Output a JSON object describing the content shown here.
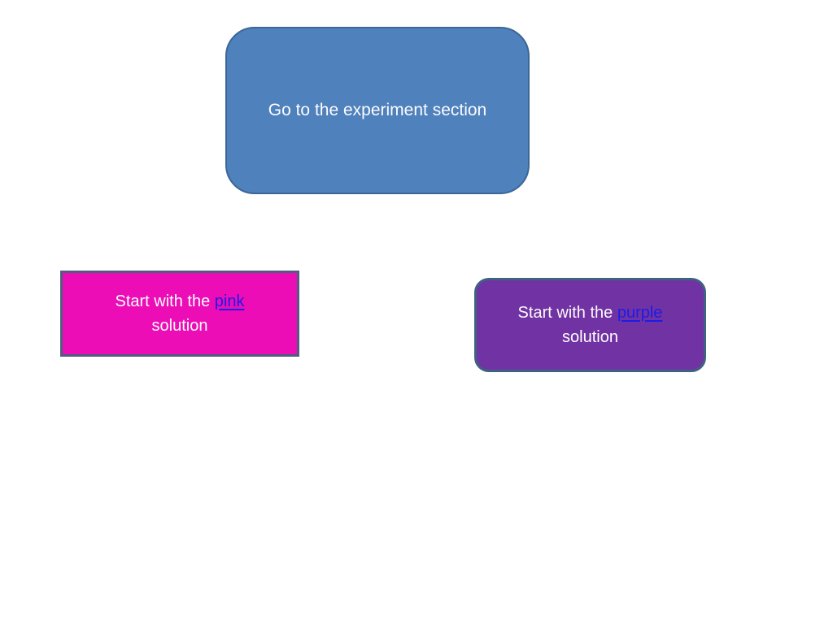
{
  "slide": {
    "background_color": "#ffffff",
    "text_color": "#ffffff",
    "link_color": "#1c1ce8"
  },
  "buttons": {
    "experiment": {
      "label": "Go to the experiment section",
      "fill": "#4f81bd",
      "border_color": "#3c6695"
    },
    "pink": {
      "text_before_link": "Start with the ",
      "link_text": "pink",
      "text_after_link": " solution",
      "fill": "#ec0db6",
      "border_color": "#4f5e7e"
    },
    "purple": {
      "text_before_link": "Start with the ",
      "link_text": "purple",
      "text_after_link": " solution",
      "fill": "#7133a3",
      "border_color": "#3e6280"
    }
  }
}
